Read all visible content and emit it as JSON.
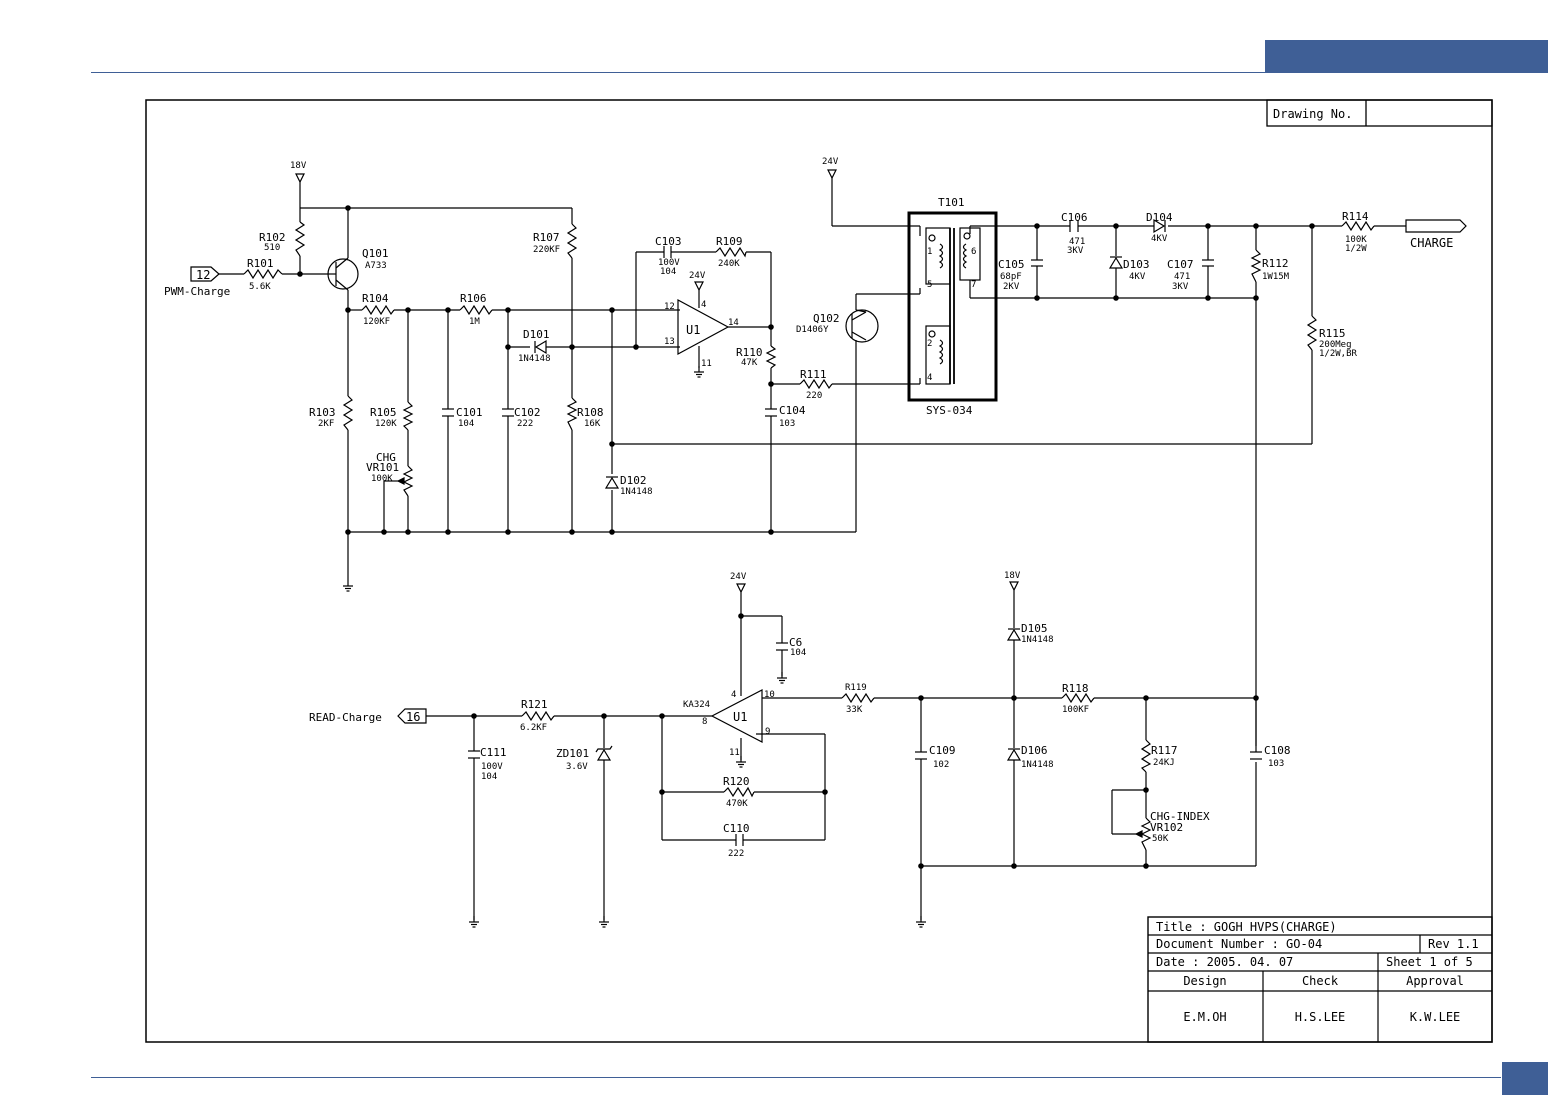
{
  "sheet": {
    "drawing_no_label": "Drawing  No.",
    "title": "Title : GOGH HVPS(CHARGE)",
    "document_number": "Document Number : GO-04",
    "rev": "Rev 1.1",
    "date": "Date : 2005. 04. 07",
    "sheet": "Sheet 1 of 5",
    "design_label": "Design",
    "check_label": "Check",
    "approval_label": "Approval",
    "design_name": "E.M.OH",
    "check_name": "H.S.LEE",
    "approval_name": "K.W.LEE"
  },
  "ports": {
    "pwm_num": "12",
    "pwm_name": "PWM-Charge",
    "read_num": "16",
    "read_name": "READ-Charge",
    "charge_name": "CHARGE"
  },
  "rails": {
    "v18_top": "18V",
    "v24_top": "24V",
    "v24_opamp1": "24V",
    "v24_opamp2": "24V",
    "v18_bottom": "18V"
  },
  "components": {
    "r102": "R102",
    "r102_val": "510",
    "r101": "R101",
    "r101_val": "5.6K",
    "q101": "Q101",
    "q101_val": "A733",
    "r104": "R104",
    "r104_val": "120KF",
    "r106": "R106",
    "r106_val": "1M",
    "r107": "R107",
    "r107_val": "220KF",
    "c103": "C103",
    "c103_val1": "100V",
    "c103_val2": "104",
    "r109": "R109",
    "r109_val": "240K",
    "d101": "D101",
    "d101_val": "1N4148",
    "u1a": "U1",
    "u1a_p12": "12",
    "u1a_p13": "13",
    "u1a_p14": "14",
    "u1a_p4": "4",
    "u1a_p11": "11",
    "r110": "R110",
    "r110_val": "47K",
    "r111": "R111",
    "r111_val": "220",
    "c104": "C104",
    "c104_val": "103",
    "r103": "R103",
    "r103_val": "2KF",
    "r105": "R105",
    "r105_val": "120K",
    "vr101_a": "CHG",
    "vr101": "VR101",
    "vr101_val": "100K",
    "c101": "C101",
    "c101_val": "104",
    "c102": "C102",
    "c102_val": "222",
    "r108": "R108",
    "r108_val": "16K",
    "d102": "D102",
    "d102_val": "1N4148",
    "q102": "Q102",
    "q102_val": "D1406Y",
    "t101": "T101",
    "t101_part": "SYS-034",
    "t_p1": "1",
    "t_p2": "2",
    "t_p4": "4",
    "t_p5": "5",
    "t_p6": "6",
    "t_p7": "7",
    "c106": "C106",
    "c106_val1": "471",
    "c106_val2": "3KV",
    "d104": "D104",
    "d104_val": "4KV",
    "c105": "C105",
    "c105_val1": "68pF",
    "c105_val2": "2KV",
    "d103": "D103",
    "d103_val": "4KV",
    "c107": "C107",
    "c107_val1": "471",
    "c107_val2": "3KV",
    "r112": "R112",
    "r112_val": "1W15M",
    "r114": "R114",
    "r114_val1": "100K",
    "r114_val2": "1/2W",
    "r115": "R115",
    "r115_val1": "200Meg",
    "r115_val2": "1/2W,BR",
    "c6": "C6",
    "c6_val": "104",
    "u1b_part": "KA324",
    "u1b": "U1",
    "u1b_p4": "4",
    "u1b_p10": "10",
    "u1b_p8": "8",
    "u1b_p9": "9",
    "u1b_p11": "11",
    "r121": "R121",
    "r121_val": "6.2KF",
    "c111": "C111",
    "c111_val1": "100V",
    "c111_val2": "104",
    "zd101": "ZD101",
    "zd101_val": "3.6V",
    "r120": "R120",
    "r120_val": "470K",
    "c110": "C110",
    "c110_val": "222",
    "r119": "R119",
    "r119_val": "33K",
    "c109": "C109",
    "c109_val": "102",
    "d105": "D105",
    "d105_val": "1N4148",
    "d106": "D106",
    "d106_val": "1N4148",
    "r118": "R118",
    "r118_val": "100KF",
    "r117": "R117",
    "r117_val": "24KJ",
    "vr102_a": "CHG-INDEX",
    "vr102": "VR102",
    "vr102_val": "50K",
    "c108": "C108",
    "c108_val": "103"
  }
}
